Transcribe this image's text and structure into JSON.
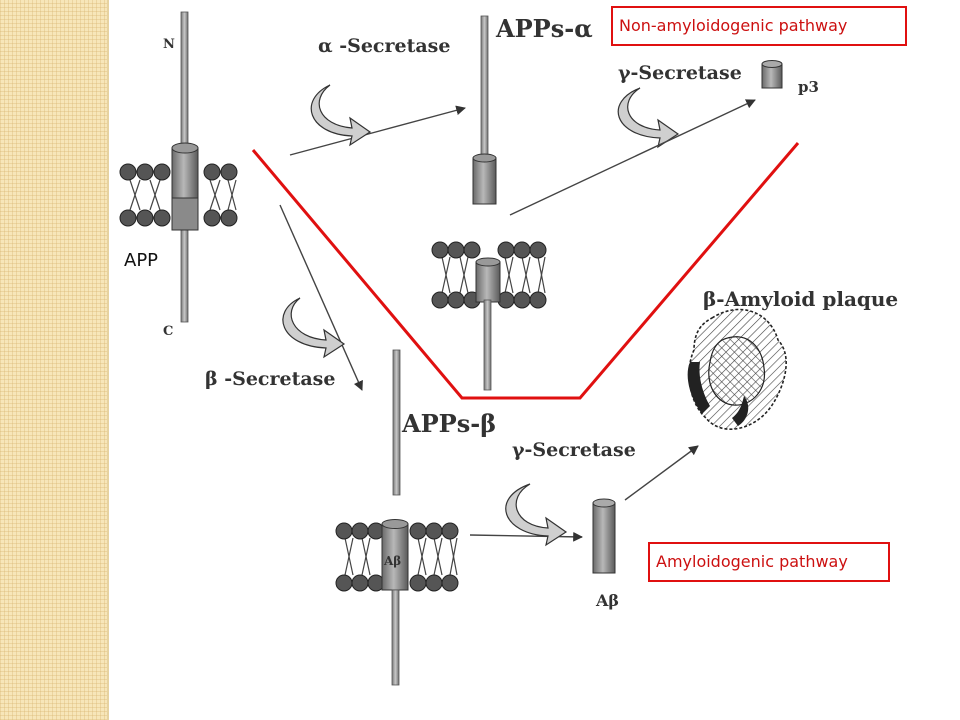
{
  "labels": {
    "app": "APP",
    "n_term": "N",
    "c_term": "C",
    "alpha_secretase": "α -Secretase",
    "gamma_secretase_top": "γ-Secretase",
    "apps_alpha": "APPs-α",
    "p3": "p3",
    "beta_secretase": "β -Secretase",
    "apps_beta": "APPs-β",
    "gamma_secretase_bottom": "γ-Secretase",
    "abeta_fragment": "Aβ",
    "abeta_in_membrane": "Aβ",
    "amyloid_plaque": "β-Amyloid plaque"
  },
  "callouts": {
    "non_amyloidogenic": "Non-amyloidogenic pathway",
    "amyloidogenic": "Amyloidogenic pathway"
  },
  "colors": {
    "callout_red": "#e01010",
    "side_panel": "#f7e6b9"
  }
}
